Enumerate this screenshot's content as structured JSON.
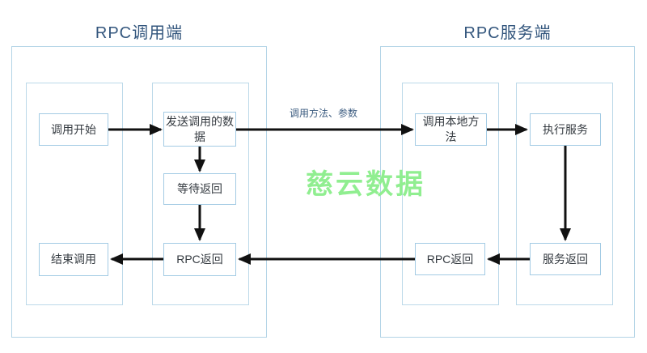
{
  "diagram": {
    "left_panel": {
      "title": "RPC调用端"
    },
    "right_panel": {
      "title": "RPC服务端"
    },
    "nodes": {
      "call_start": "调用开始",
      "send_call_data": "发送调用的数据",
      "wait_return": "等待返回",
      "rpc_return_client": "RPC返回",
      "end_call": "结束调用",
      "call_local_method": "调用本地方法",
      "execute_service": "执行服务",
      "rpc_return_server": "RPC返回",
      "service_return": "服务返回"
    },
    "arrow_label": "调用方法、参数",
    "watermark": "慈云数据",
    "colors": {
      "title_text": "#33567d",
      "node_text": "#343a40",
      "node_border": "#a3cbe4",
      "panel_border": "#b3d4e6",
      "lane_border": "#bcd9e9",
      "arrow": "#111111",
      "arrow_label_text": "#3c5c80",
      "watermark_text": "#90ee90"
    }
  }
}
